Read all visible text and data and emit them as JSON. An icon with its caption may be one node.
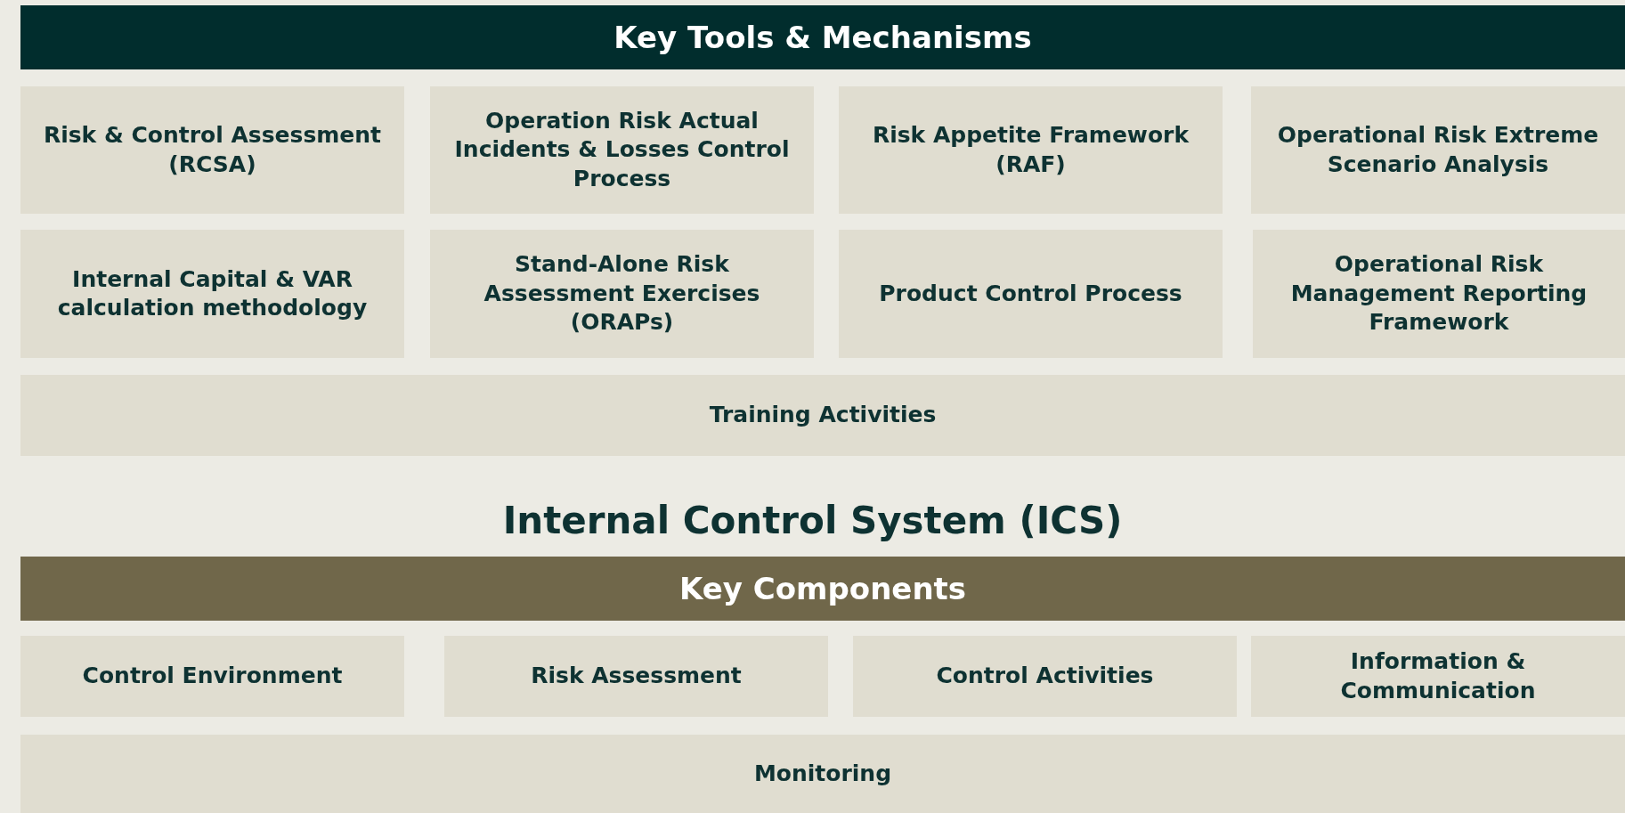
{
  "diagram": {
    "title": "Internal Control System (ICS)",
    "nodes": [
      {
        "text": [
          "Key Tools & Mechanisms"
        ]
      },
      {
        "text": [
          "Risk & Control Assessment (RCSA)"
        ]
      },
      {
        "text": [
          "Operation Risk Actual Incidents & Losses Control Process"
        ]
      },
      {
        "text": [
          "Risk Appetite Framework (RAF)"
        ]
      },
      {
        "text": [
          "Operational Risk Extreme Scenario Analysis"
        ]
      },
      {
        "text": [
          "Internal Capital & VAR calculation methodology"
        ]
      },
      {
        "text": [
          "Stand-Alone Risk Assessment Exercises (ORAPs)"
        ]
      },
      {
        "text": [
          "Product Control Process"
        ]
      },
      {
        "text": [
          "Operational Risk Management Reporting Framework"
        ]
      },
      {
        "text": [
          "Training Activities"
        ]
      },
      {
        "text": [
          "Key Components"
        ]
      },
      {
        "text": [
          "Control Environment"
        ]
      },
      {
        "text": [
          "Risk Assessment"
        ]
      },
      {
        "text": [
          "Control Activities"
        ]
      },
      {
        "text": [
          "Information & Communication"
        ]
      },
      {
        "text": [
          "Monitoring"
        ]
      }
    ]
  }
}
